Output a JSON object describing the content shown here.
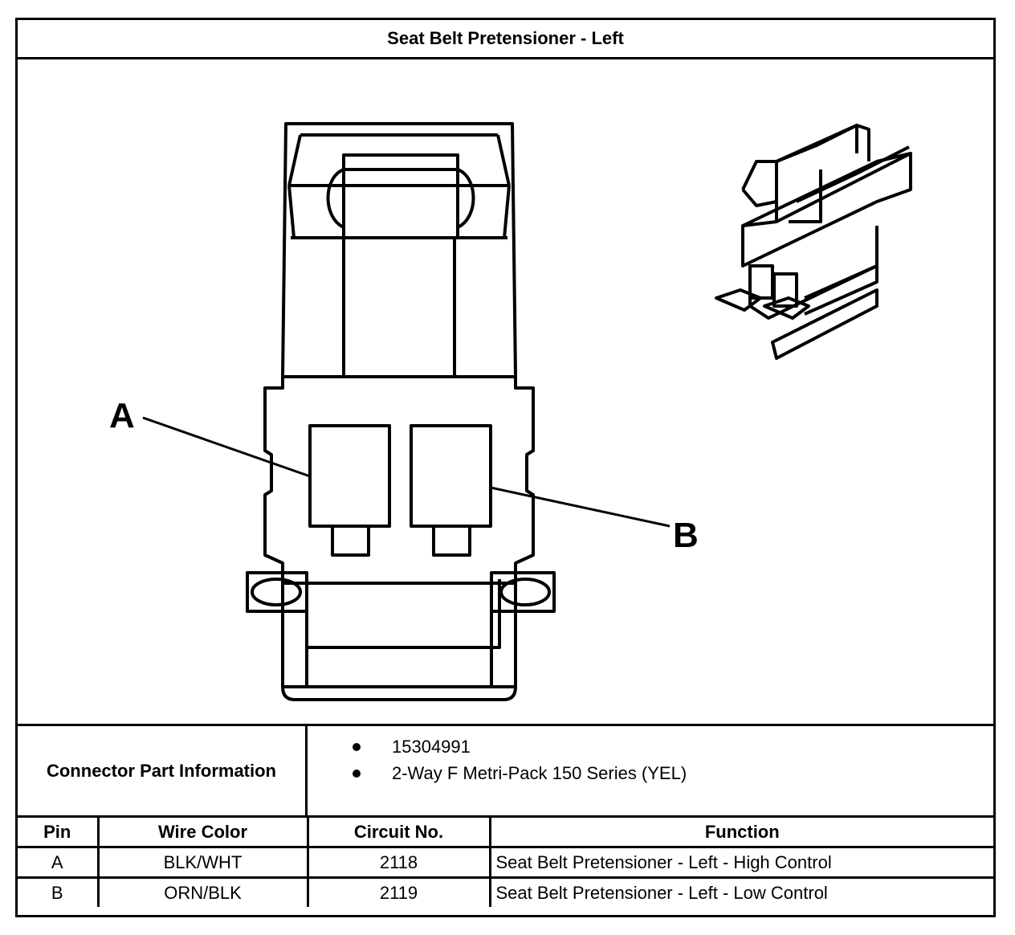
{
  "title": "Seat Belt Pretensioner - Left",
  "diagram": {
    "pin_labels": [
      "A",
      "B"
    ]
  },
  "connector_info": {
    "label": "Connector Part Information",
    "items": [
      "15304991",
      "2-Way F Metri-Pack 150 Series (YEL)"
    ]
  },
  "pin_table": {
    "headers": [
      "Pin",
      "Wire Color",
      "Circuit No.",
      "Function"
    ],
    "rows": [
      [
        "A",
        "BLK/WHT",
        "2118",
        "Seat Belt Pretensioner - Left - High Control"
      ],
      [
        "B",
        "ORN/BLK",
        "2119",
        "Seat Belt Pretensioner - Left - Low Control"
      ]
    ]
  }
}
